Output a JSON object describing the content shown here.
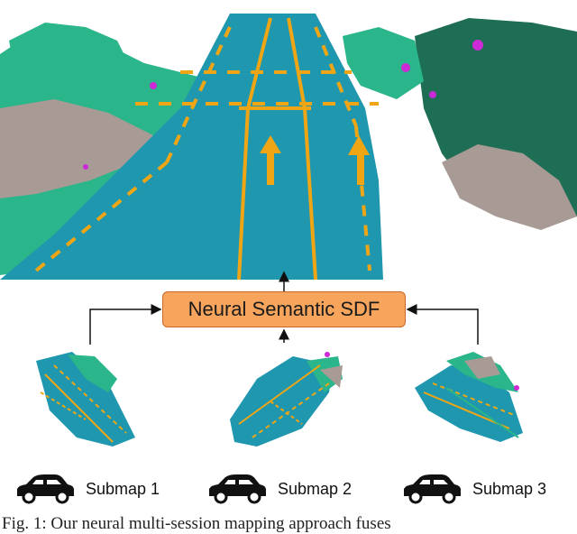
{
  "figure": {
    "center_node_label": "Neural Semantic SDF",
    "submaps": [
      {
        "label": "Submap 1",
        "icon": "car-icon"
      },
      {
        "label": "Submap 2",
        "icon": "car-icon"
      },
      {
        "label": "Submap 3",
        "icon": "car-icon"
      }
    ],
    "caption": "Fig. 1: Our neural multi-session mapping approach fuses",
    "colors": {
      "road": "#1f97ae",
      "lane_marking": "#f0a614",
      "vegetation": "#2bb58a",
      "dark_vegetation": "#1e6e55",
      "terrain": "#a89a95",
      "pole_sign": "#cc2ad6",
      "node_fill": "#f7a45c"
    }
  }
}
